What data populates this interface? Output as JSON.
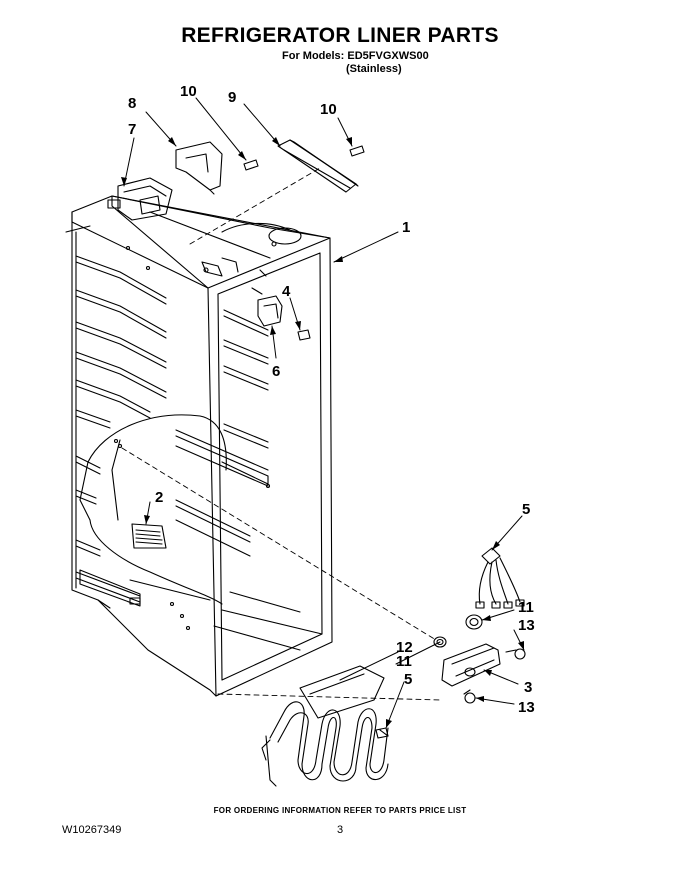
{
  "header": {
    "title": "REFRIGERATOR LINER PARTS",
    "models": "For Models: ED5FVGXWS00",
    "variant": "(Stainless)"
  },
  "callouts": {
    "c8": "8",
    "c10a": "10",
    "c9": "9",
    "c10b": "10",
    "c7": "7",
    "c1": "1",
    "c4": "4",
    "c6": "6",
    "c2": "2",
    "c5a": "5",
    "c11a": "11",
    "c13a": "13",
    "c12": "12",
    "c11b": "11",
    "c5b": "5",
    "c3": "3",
    "c13b": "13"
  },
  "footer": {
    "note": "FOR ORDERING INFORMATION REFER TO PARTS PRICE LIST",
    "doc_number": "W10267349",
    "page": "3"
  }
}
